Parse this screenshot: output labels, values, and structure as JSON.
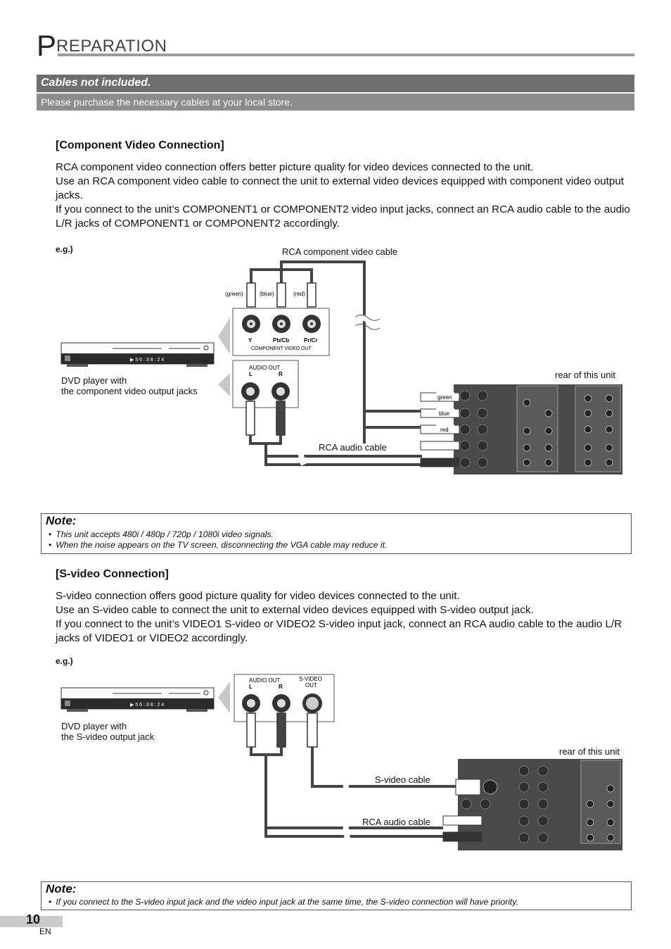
{
  "header": {
    "title_initial": "P",
    "title_rest": "REPARATION"
  },
  "banner": {
    "title": "Cables not included.",
    "subtitle": "Please purchase the necessary cables at your local store."
  },
  "component": {
    "heading": "[Component Video Connection]",
    "paragraphs": [
      "RCA component video connection offers better picture quality for video devices connected to the unit.",
      "Use an RCA component video cable to connect the unit to external video devices equipped with component video output jacks.",
      "If you connect to the unit’s COMPONENT1 or COMPONENT2 video input jacks, connect an RCA audio cable to the audio L/R jacks of COMPONENT1 or COMPONENT2 accordingly."
    ],
    "eg": "e.g.)",
    "diagram": {
      "cable_label": "RCA component video cable",
      "plug_green": "(green)",
      "plug_blue": "(blue)",
      "plug_red": "(red)",
      "jack_y": "Y",
      "jack_pb": "Pb/Cb",
      "jack_pr": "Pr/Cr",
      "component_out": "COMPONENT VIDEO OUT",
      "audio_out": "AUDIO OUT",
      "audio_l": "L",
      "audio_r": "R",
      "dvd_label_1": "DVD player with",
      "dvd_label_2": "the component video output jacks",
      "rear_label": "rear of this unit",
      "rca_audio_cable": "RCA audio cable",
      "tag_green": "green",
      "tag_blue": "blue",
      "tag_red": "red",
      "dvd_display": "▶  5 6 : 3 8 : 2 4"
    }
  },
  "note1": {
    "title": "Note:",
    "items": [
      "This unit accepts 480i / 480p / 720p / 1080i video signals.",
      "When the noise appears on the TV screen, disconnecting the VGA cable may reduce it."
    ]
  },
  "svideo": {
    "heading": "[S-video Connection]",
    "paragraphs": [
      "S-video connection offers good picture quality for video devices connected to the unit.",
      "Use an S-video cable to connect the unit to external video devices equipped with S-video output jack.",
      "If you connect to the unit’s VIDEO1 S-video or VIDEO2 S-video input jack, connect an RCA audio cable to the audio L/R jacks of VIDEO1 or VIDEO2 accordingly."
    ],
    "eg": "e.g.)",
    "diagram": {
      "audio_out": "AUDIO OUT",
      "audio_l": "L",
      "audio_r": "R",
      "svideo_out_1": "S-VIDEO",
      "svideo_out_2": "OUT",
      "dvd_label_1": "DVD player with",
      "dvd_label_2": "the S-video output jack",
      "rear_label": "rear of this unit",
      "svideo_cable": "S-video cable",
      "rca_audio_cable": "RCA audio cable",
      "dvd_display": "▶  5 6 : 3 8 : 2 4"
    }
  },
  "note2": {
    "title": "Note:",
    "items": [
      "If you connect to the S-video input jack and the video input jack at the same time, the S-video connection will have priority."
    ]
  },
  "footer": {
    "page_number": "10",
    "language": "EN"
  },
  "colors": {
    "banner_dark": "#6f6f6f",
    "banner_light": "#8c8c8c",
    "panel": "#4a4a4a",
    "cable": "#444444"
  }
}
